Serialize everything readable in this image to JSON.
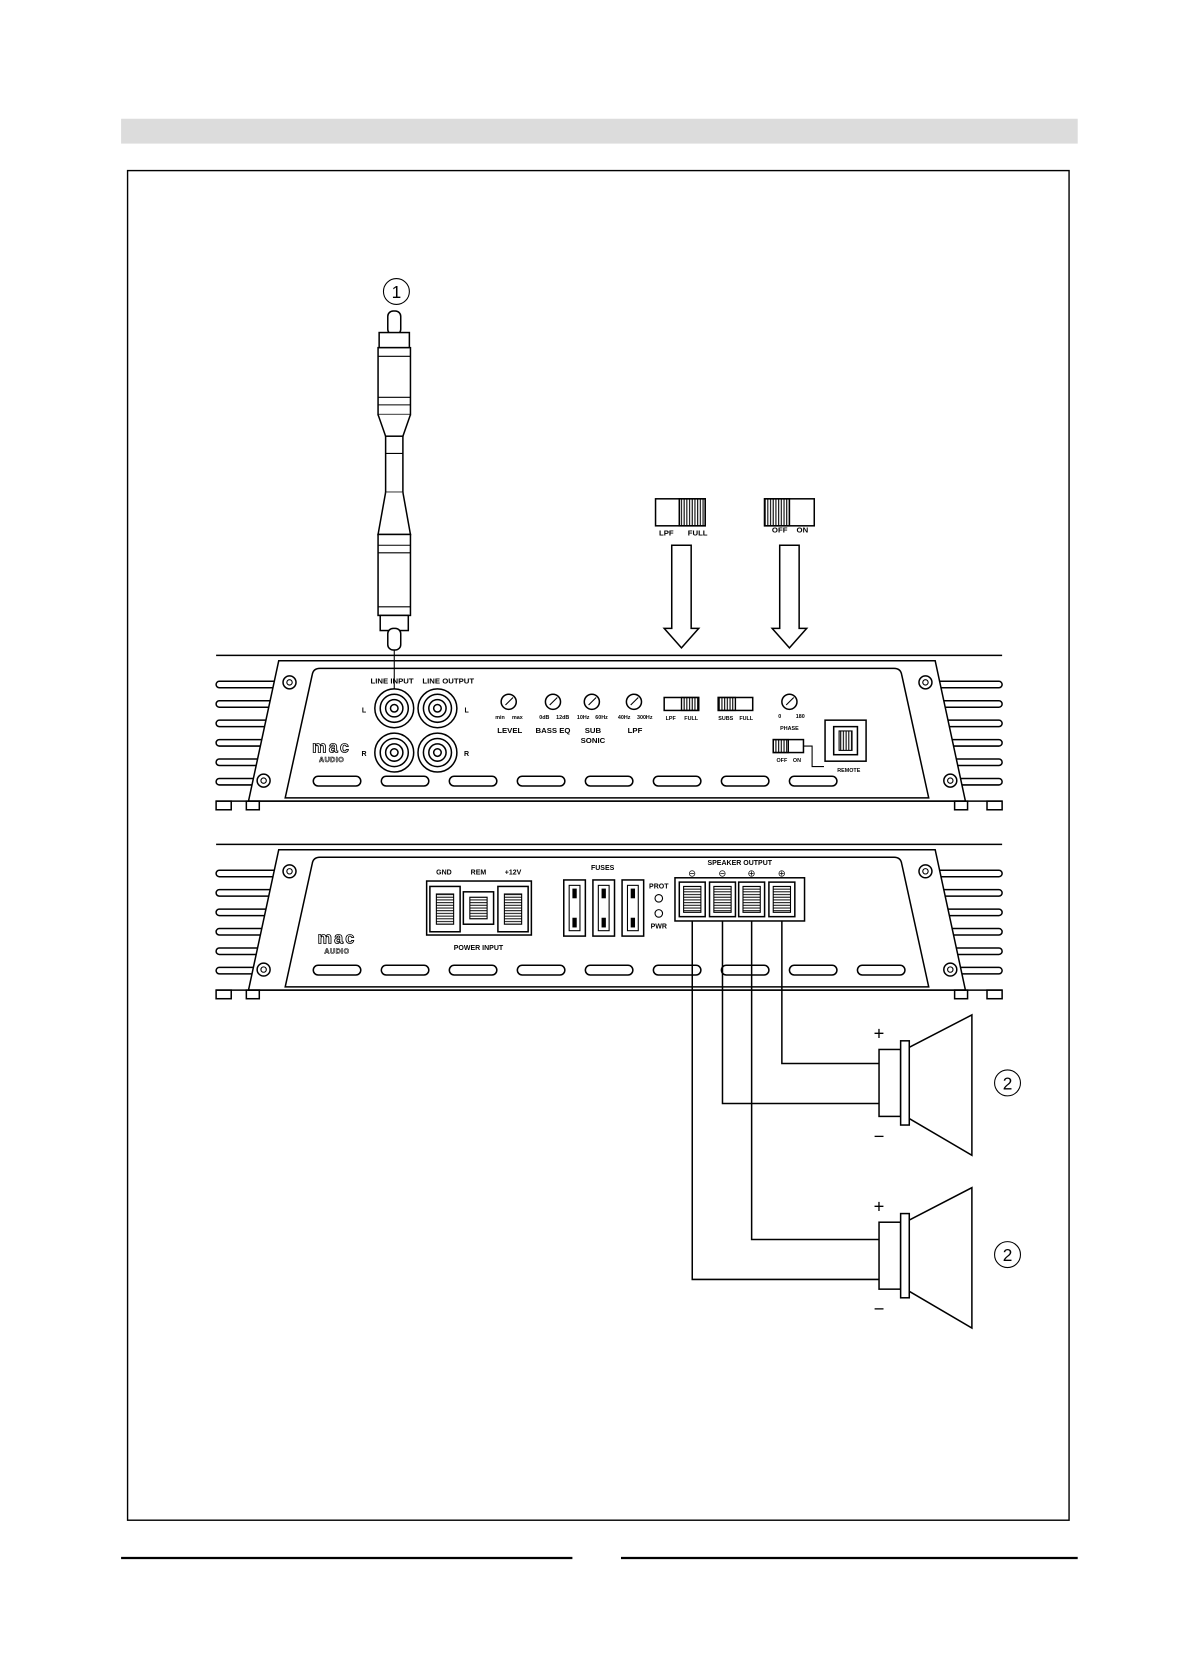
{
  "callouts": {
    "cable": "1",
    "speaker_1": "2",
    "speaker_2": "2"
  },
  "switch_insets": {
    "crossover": {
      "left": "LPF",
      "right": "FULL"
    },
    "remote": {
      "left": "OFF",
      "right": "ON"
    }
  },
  "front_panel": {
    "brand": {
      "name": "mac",
      "sub": "AUDIO"
    },
    "line_input": "LINE INPUT",
    "line_output": "LINE OUTPUT",
    "channel_l": "L",
    "channel_r": "R",
    "knobs": [
      {
        "min": "min",
        "max": "max",
        "label": "LEVEL"
      },
      {
        "min": "0dB",
        "max": "12dB",
        "label": "BASS EQ"
      },
      {
        "min": "10Hz",
        "max": "60Hz",
        "label": "SUB",
        "label2": "SONIC"
      },
      {
        "min": "40Hz",
        "max": "300Hz",
        "label": "LPF"
      }
    ],
    "crossover_switch": {
      "left": "LPF",
      "right": "FULL"
    },
    "subs_switch": {
      "left": "SUBS",
      "right": "FULL"
    },
    "phase": {
      "min": "0",
      "max": "180",
      "label": "PHASE"
    },
    "remote_switch": {
      "left": "OFF",
      "right": "ON"
    },
    "remote_port": "REMOTE"
  },
  "rear_panel": {
    "brand": {
      "name": "mac",
      "sub": "AUDIO"
    },
    "power": {
      "gnd": "GND",
      "rem": "REM",
      "plus12v": "+12V",
      "label": "POWER INPUT"
    },
    "fuses": "FUSES",
    "leds": {
      "prot": "PROT",
      "pwr": "PWR"
    },
    "speaker_output": {
      "label": "SPEAKER OUTPUT",
      "polarity": [
        "⊖",
        "⊖",
        "⊕",
        "⊕"
      ]
    }
  },
  "speakers": [
    {
      "plus": "+",
      "minus": "−"
    },
    {
      "plus": "+",
      "minus": "−"
    }
  ]
}
